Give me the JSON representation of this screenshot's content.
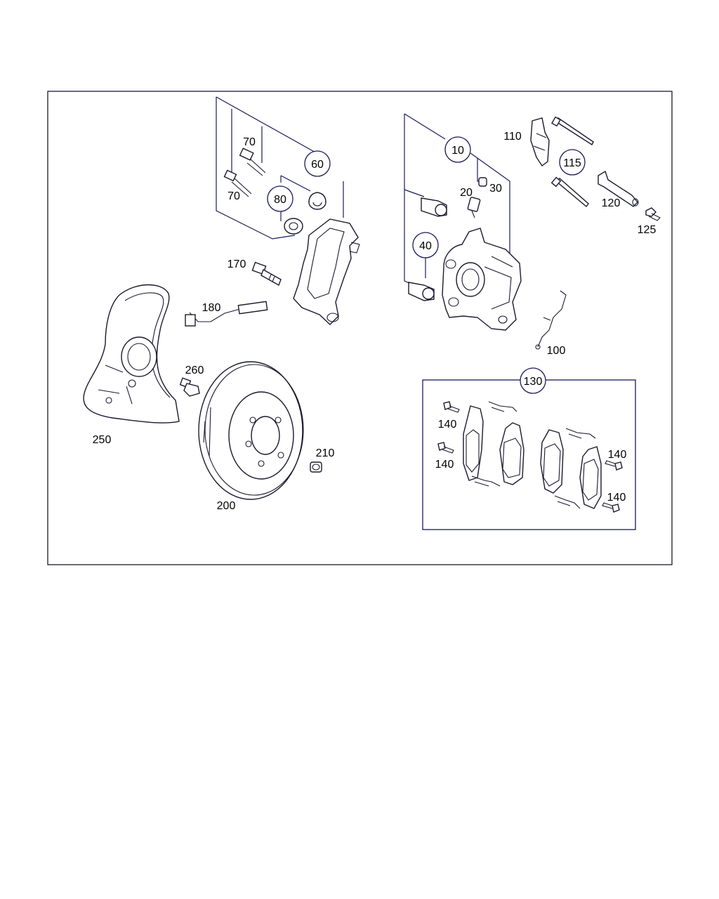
{
  "labels": {
    "c10": "10",
    "c20": "20",
    "c30": "30",
    "c40": "40",
    "c60": "60",
    "c70a": "70",
    "c70b": "70",
    "c80": "80",
    "c100": "100",
    "c110": "110",
    "c115": "115",
    "c120": "120",
    "c125": "125",
    "c130": "130",
    "c140a": "140",
    "c140b": "140",
    "c140c": "140",
    "c140d": "140",
    "c170": "170",
    "c180": "180",
    "c200": "200",
    "c210": "210",
    "c250": "250",
    "c260": "260"
  },
  "colors": {
    "line": "#1a1a5e",
    "background": "#ffffff"
  }
}
